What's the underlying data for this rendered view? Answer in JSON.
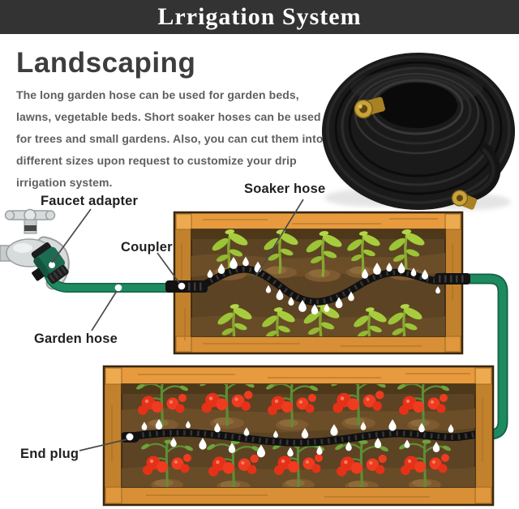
{
  "banner": {
    "title": "Lrrigation System"
  },
  "intro": {
    "heading": "Landscaping",
    "body": "The long garden hose can be used for garden beds, lawns, vegetable beds. Short soaker hoses can be used for trees and small gardens. Also, you can cut them into different sizes upon request to customize your drip irrigation system."
  },
  "diagram": {
    "labels": {
      "faucet_adapter": "Faucet adapter",
      "soaker_hose": "Soaker hose",
      "coupler": "Coupler",
      "garden_hose": "Garden hose",
      "end_plug": "End plug"
    },
    "beds": [
      {
        "name": "raised-bed-seedlings",
        "plant_type": "seedling",
        "plant_count": 10
      },
      {
        "name": "raised-bed-tomatoes",
        "plant_type": "tomato",
        "plant_count": 10
      }
    ]
  },
  "colors": {
    "banner_bg": "#333333",
    "banner_text": "#ffffff",
    "heading_text": "#3d3d3d",
    "body_text": "#5f5f5f",
    "label_text": "#1f1f1f",
    "garden_hose_green": "#1e8a5f",
    "adapter_green": "#1d6b50",
    "soaker_hose_black": "#121212",
    "wood_light": "#e79b3e",
    "wood_mid": "#c8862f",
    "soil_brown": "#5c4323",
    "tomato_red": "#e63119",
    "leaf_green": "#9cc437",
    "brass": "#c9a23b",
    "droplet": "#ffffff"
  }
}
